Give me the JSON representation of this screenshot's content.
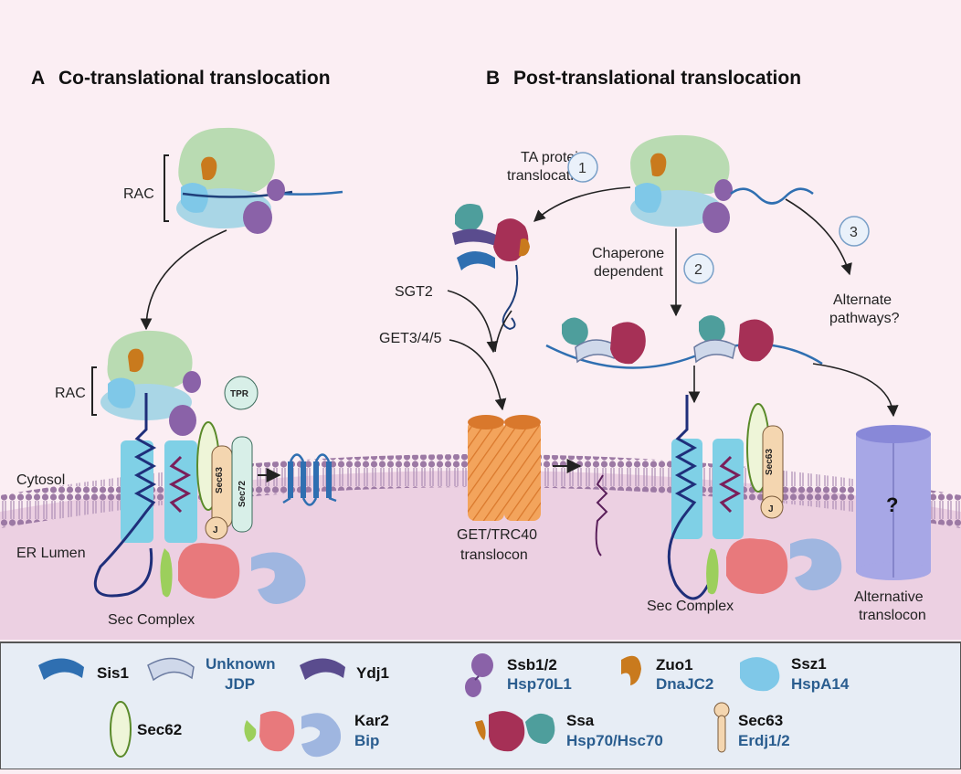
{
  "panel_a": {
    "letter": "A",
    "title": "Co-translational translocation",
    "rac_top": "RAC",
    "rac_bottom": "RAC",
    "cytosol": "Cytosol",
    "er_lumen": "ER Lumen",
    "sec_complex": "Sec Complex",
    "tpr": "TPR",
    "sec72": "Sec72",
    "sec63": "Sec63",
    "j": "J"
  },
  "panel_b": {
    "letter": "B",
    "title": "Post-translational translocation",
    "ta_line1": "TA protein",
    "ta_line2": "translocation",
    "num1": "1",
    "chap_line1": "Chaperone",
    "chap_line2": "dependent",
    "num2": "2",
    "num3": "3",
    "alt_line1": "Alternate",
    "alt_line2": "pathways?",
    "sgt2": "SGT2",
    "get345": "GET3/4/5",
    "get_line1": "GET/TRC40",
    "get_line2": "translocon",
    "sec63": "Sec63",
    "j": "J",
    "sec_complex": "Sec Complex",
    "question": "?",
    "alt_tl_line1": "Alternative",
    "alt_tl_line2": "translocon"
  },
  "legend": {
    "sis1": "Sis1",
    "unknown_line1": "Unknown",
    "unknown_line2": "JDP",
    "ydj1": "Ydj1",
    "ssb_line1": "Ssb1/2",
    "ssb_line2": "Hsp70L1",
    "zuo_line1": "Zuo1",
    "zuo_line2": "DnaJC2",
    "ssz_line1": "Ssz1",
    "ssz_line2": "HspA14",
    "sec62": "Sec62",
    "kar_line1": "Kar2",
    "kar_line2": "Bip",
    "ssa_line1": "Ssa",
    "ssa_line2": "Hsp70/Hsc70",
    "sec63_line1": "Sec63",
    "sec63_line2": "Erdj1/2"
  },
  "colors": {
    "background": "#fbeef3",
    "lumen": "#ecd0e2",
    "membrane": "#9c79a4",
    "ribosome_large": "#b9dbb2",
    "ribosome_small": "#a9d6e6",
    "zuo1": "#c97a1d",
    "ssz1": "#7fc8e8",
    "ssb": "#8a62a8",
    "sec61": "#7fd0e6",
    "sec62": "#eef5d8",
    "sec63": "#f4d6b0",
    "kar2": "#e8797c",
    "bip_jdp": "#9fb6e0",
    "get_translocon": "#f3a45c",
    "alt_translocon": "#a7a7e6",
    "ssa_red": "#a63056",
    "ssa_teal": "#4e9e9c",
    "sis1": "#2f6fb1",
    "unknown_jdp": "#cfd8ea",
    "ydj1": "#5a4c8e",
    "legend_bg": "#e7edf5",
    "accent_text": "#2a5d8f"
  }
}
